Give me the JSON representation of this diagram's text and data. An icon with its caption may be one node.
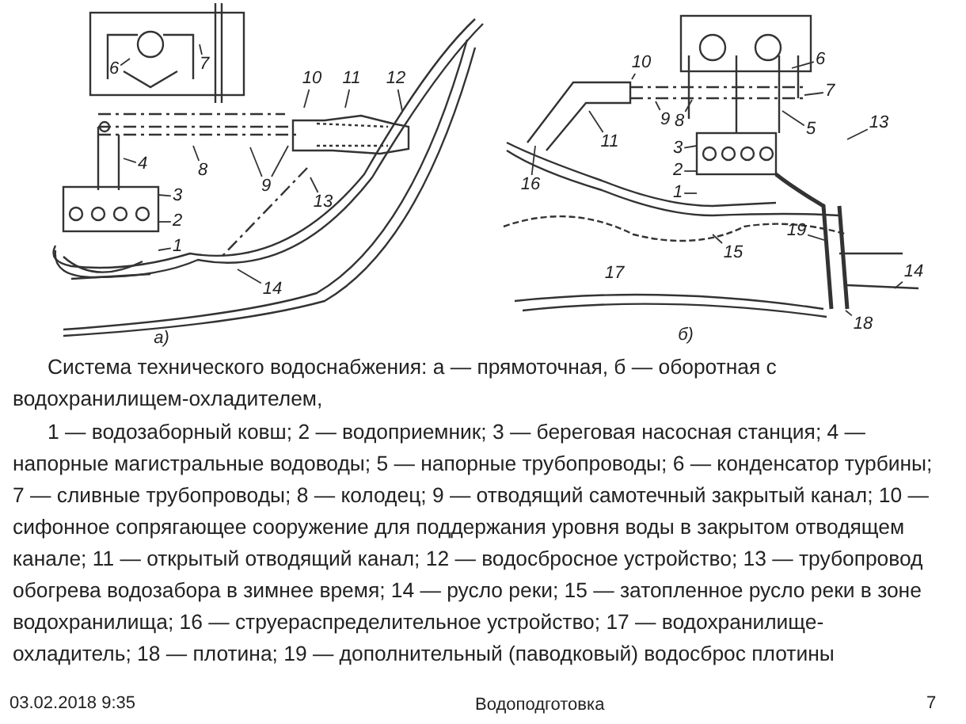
{
  "diagram": {
    "caption": "Система технического водоснабжения: а — прямоточная, б — оборотная с водохранилищем-охладителем,",
    "nodes": [
      {
        "text": [
          "6"
        ]
      },
      {
        "text": [
          "7"
        ]
      },
      {
        "text": [
          "10"
        ]
      },
      {
        "text": [
          "11"
        ]
      },
      {
        "text": [
          "12"
        ]
      },
      {
        "text": [
          "4"
        ]
      },
      {
        "text": [
          "8"
        ]
      },
      {
        "text": [
          "9"
        ]
      },
      {
        "text": [
          "3"
        ]
      },
      {
        "text": [
          "2"
        ]
      },
      {
        "text": [
          "1"
        ]
      },
      {
        "text": [
          "13"
        ]
      },
      {
        "text": [
          "14"
        ]
      },
      {
        "text": [
          "6"
        ]
      },
      {
        "text": [
          "7"
        ]
      },
      {
        "text": [
          "9"
        ]
      },
      {
        "text": [
          "8"
        ]
      },
      {
        "text": [
          "5"
        ]
      },
      {
        "text": [
          "13"
        ]
      },
      {
        "text": [
          "11"
        ]
      },
      {
        "text": [
          "10"
        ]
      },
      {
        "text": [
          "3"
        ]
      },
      {
        "text": [
          "2"
        ]
      },
      {
        "text": [
          "1"
        ]
      },
      {
        "text": [
          "16"
        ]
      },
      {
        "text": [
          "15"
        ]
      },
      {
        "text": [
          "19"
        ]
      },
      {
        "text": [
          "14"
        ]
      },
      {
        "text": [
          "18"
        ]
      }
    ],
    "edges": [
      {
        "from": 0,
        "to": null,
        "arrow": "none"
      },
      {
        "from": 1,
        "to": null,
        "arrow": "none"
      },
      {
        "from": 2,
        "to": null,
        "arrow": "none"
      },
      {
        "from": 3,
        "to": null,
        "arrow": "none"
      },
      {
        "from": 4,
        "to": null,
        "arrow": "none"
      },
      {
        "from": 5,
        "to": null,
        "arrow": "none"
      },
      {
        "from": 6,
        "to": null,
        "arrow": "none"
      },
      {
        "from": 7,
        "to": null,
        "arrow": "none"
      },
      {
        "from": 7,
        "to": null,
        "arrow": "none"
      },
      {
        "from": 8,
        "to": null,
        "arrow": "none"
      },
      {
        "from": 9,
        "to": null,
        "arrow": "none"
      },
      {
        "from": 10,
        "to": null,
        "arrow": "none"
      },
      {
        "from": 11,
        "to": null,
        "arrow": "none"
      },
      {
        "from": 12,
        "to": null,
        "arrow": "none"
      },
      {
        "from": 13,
        "to": null,
        "arrow": "none"
      },
      {
        "from": 14,
        "to": null,
        "arrow": "none"
      },
      {
        "from": 15,
        "to": null,
        "arrow": "none"
      },
      {
        "from": 16,
        "to": null,
        "arrow": "none"
      },
      {
        "from": 17,
        "to": null,
        "arrow": "none"
      },
      {
        "from": 18,
        "to": null,
        "arrow": "none"
      },
      {
        "from": 19,
        "to": null,
        "arrow": "none"
      },
      {
        "from": 20,
        "to": null,
        "arrow": "none"
      },
      {
        "from": 21,
        "to": null,
        "arrow": "none"
      },
      {
        "from": 22,
        "to": null,
        "arrow": "none"
      },
      {
        "from": 23,
        "to": null,
        "arrow": "none"
      },
      {
        "from": 24,
        "to": null,
        "arrow": "none"
      },
      {
        "from": 25,
        "to": null,
        "arrow": "none"
      },
      {
        "from": 26,
        "to": null,
        "arrow": "none"
      },
      {
        "from": 27,
        "to": null,
        "arrow": "none"
      },
      {
        "from": 28,
        "to": null,
        "arrow": "none"
      }
    ],
    "labels": [
      "17",
      "а)",
      "б)",
      "1 — водозаборный ковш; 2 — водоприемник; 3 — береговая насосная станция; 4 — напорные магистральные водоводы; 5 — напорные трубопроводы; 6 — конденсатор турбины; 7 — сливные трубопроводы; 8 — колодец; 9 — отводящий самотечный закрытый канал; 10 — сифонное сопрягающее сооружение для поддержания уровня воды в закрытом отводящем канале; 11 — открытый отводящий канал; 12 — водосбросное устройство; 13 — трубопровод обогрева водозабора в зимнее время; 14 — русло реки; 15 — затопленное русло реки в зоне водохранилища; 16 — струераспределительное устройство; 17 — водохранилище-охладитель; 18 — плотина; 19 — дополнительный (паводковый) водосброс плотины",
      "03.02.2018 9:35",
      "Водоподготовка",
      "7"
    ]
  }
}
